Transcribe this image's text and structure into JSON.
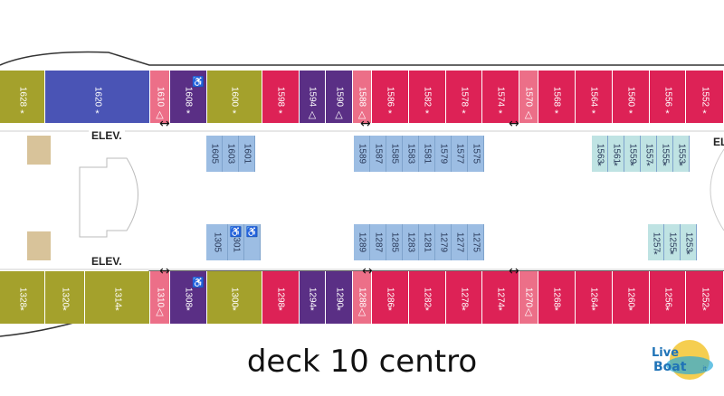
{
  "title": "deck 10 centro",
  "elevator_label": "ELEV.",
  "logo_text": "LiveBoat.it",
  "colors": {
    "balcony": "#dd2256",
    "accessible": "#5a2f85",
    "suite_olive": "#a4a12c",
    "suite_blue": "#4a54b5",
    "pink": "#ec6f88",
    "interior": "#9cbde3",
    "interior_light": "#bfe3e3",
    "corridor": "#ffffff",
    "stairs": "#d8c39a"
  },
  "outer_top": [
    {
      "n": "1628",
      "m": "*",
      "c": "suite_olive"
    },
    {
      "n": "1620",
      "m": "*",
      "c": "suite_blue"
    },
    {
      "n": "1610",
      "m": "△",
      "c": "pink"
    },
    {
      "n": "1608",
      "m": "*",
      "c": "accessible",
      "icon": "♿"
    },
    {
      "n": "1600",
      "m": "*",
      "c": "suite_olive"
    },
    {
      "n": "1598",
      "m": "*",
      "c": "balcony"
    },
    {
      "n": "1594",
      "m": "△",
      "c": "accessible"
    },
    {
      "n": "1590",
      "m": "△",
      "c": "accessible"
    },
    {
      "n": "1588",
      "m": "△",
      "c": "pink"
    },
    {
      "n": "1586",
      "m": "*",
      "c": "balcony"
    },
    {
      "n": "1582",
      "m": "*",
      "c": "balcony"
    },
    {
      "n": "1578",
      "m": "*",
      "c": "balcony"
    },
    {
      "n": "1574",
      "m": "*",
      "c": "balcony"
    },
    {
      "n": "1570",
      "m": "△",
      "c": "pink"
    },
    {
      "n": "1568",
      "m": "*",
      "c": "balcony"
    },
    {
      "n": "1564",
      "m": "*",
      "c": "balcony"
    },
    {
      "n": "1560",
      "m": "*",
      "c": "balcony"
    },
    {
      "n": "1556",
      "m": "*",
      "c": "balcony"
    },
    {
      "n": "1552",
      "m": "*",
      "c": "balcony"
    }
  ],
  "outer_bottom": [
    {
      "n": "1328",
      "m": "*",
      "c": "suite_olive"
    },
    {
      "n": "1320",
      "m": "*",
      "c": "suite_olive"
    },
    {
      "n": "1314",
      "m": "*",
      "c": "suite_olive"
    },
    {
      "n": "1310",
      "m": "△",
      "c": "pink"
    },
    {
      "n": "1308",
      "m": "*",
      "c": "accessible",
      "icon": "♿"
    },
    {
      "n": "1300",
      "m": "*",
      "c": "suite_olive"
    },
    {
      "n": "1298",
      "m": "*",
      "c": "balcony"
    },
    {
      "n": "1294",
      "m": "*",
      "c": "accessible"
    },
    {
      "n": "1290",
      "m": "*",
      "c": "accessible"
    },
    {
      "n": "1288",
      "m": "△",
      "c": "pink"
    },
    {
      "n": "1286",
      "m": "*",
      "c": "balcony"
    },
    {
      "n": "1282",
      "m": "*",
      "c": "balcony"
    },
    {
      "n": "1278",
      "m": "*",
      "c": "balcony"
    },
    {
      "n": "1274",
      "m": "*",
      "c": "balcony"
    },
    {
      "n": "1270",
      "m": "△",
      "c": "pink"
    },
    {
      "n": "1268",
      "m": "*",
      "c": "balcony"
    },
    {
      "n": "1264",
      "m": "*",
      "c": "balcony"
    },
    {
      "n": "1260",
      "m": "*",
      "c": "balcony"
    },
    {
      "n": "1256",
      "m": "*",
      "c": "balcony"
    },
    {
      "n": "1252",
      "m": "*",
      "c": "balcony"
    }
  ],
  "inner_top": [
    {
      "n": "1605",
      "m": ""
    },
    {
      "n": "1603",
      "m": ""
    },
    {
      "n": "1601",
      "m": ""
    },
    {
      "n": "1589",
      "m": ""
    },
    {
      "n": "1587",
      "m": ""
    },
    {
      "n": "1585",
      "m": ""
    },
    {
      "n": "1583",
      "m": ""
    },
    {
      "n": "1581",
      "m": ""
    },
    {
      "n": "1579",
      "m": ""
    },
    {
      "n": "1577",
      "m": ""
    },
    {
      "n": "1575",
      "m": ""
    },
    {
      "n": "1563",
      "m": "*"
    },
    {
      "n": "1561",
      "m": "*"
    },
    {
      "n": "1559",
      "m": "*"
    },
    {
      "n": "1557",
      "m": "*"
    },
    {
      "n": "1555",
      "m": "*"
    },
    {
      "n": "1553",
      "m": "*"
    }
  ],
  "inner_bottom": [
    {
      "n": "1305",
      "m": ""
    },
    {
      "n": "1301",
      "m": "",
      "icon": "♿"
    },
    {
      "n": "",
      "m": "",
      "icon": "♿"
    },
    {
      "n": "1289",
      "m": ""
    },
    {
      "n": "1287",
      "m": ""
    },
    {
      "n": "1285",
      "m": ""
    },
    {
      "n": "1283",
      "m": ""
    },
    {
      "n": "1281",
      "m": ""
    },
    {
      "n": "1279",
      "m": ""
    },
    {
      "n": "1277",
      "m": ""
    },
    {
      "n": "1275",
      "m": ""
    },
    {
      "n": "1257",
      "m": "*"
    },
    {
      "n": "1255",
      "m": "*"
    },
    {
      "n": "1253",
      "m": "*"
    }
  ]
}
